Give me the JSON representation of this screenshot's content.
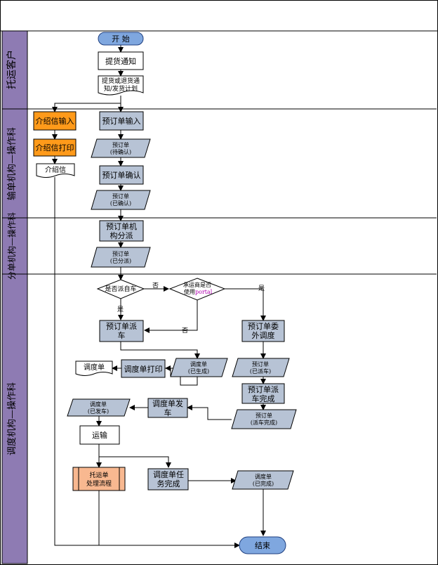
{
  "colors": {
    "lane_header": "#8e7bb3",
    "process_fill": "#b7c3d5",
    "data_fill": "#b7c3d5",
    "terminator_fill": "#7fa7df",
    "highlight_fill": "#ff9a1a",
    "handling_fill": "#f8b890",
    "line": "#000000"
  },
  "lanes": [
    {
      "id": "lane-customer",
      "label": "托运客户"
    },
    {
      "id": "lane-origin",
      "label": "输单机构—操作科"
    },
    {
      "id": "lane-branch",
      "label": "分单机构—操作科"
    },
    {
      "id": "lane-dispatch",
      "label": "调度机构—操作科"
    }
  ],
  "nodes": {
    "start": "开 始",
    "pickup_notice": "提货通知",
    "pickup_doc": [
      "提货或退货通",
      "知/发货计划"
    ],
    "intro_input": "介绍信输入",
    "intro_print": "介绍信打印",
    "intro_letter": "介绍信",
    "order_input": "预订单输入",
    "order_pending": [
      "预订单",
      "(待确认)"
    ],
    "order_confirm": "预订单确认",
    "order_confirmed": [
      "预订单",
      "(已确认)"
    ],
    "order_assign": [
      "预订单机",
      "构分派"
    ],
    "order_assigned": [
      "预订单",
      "(已分派)"
    ],
    "decision_self": "是否派自车",
    "decision_portal": [
      "承运商是否",
      "使用",
      "portal"
    ],
    "order_dispatch": [
      "预订单派",
      "车"
    ],
    "order_outsource": [
      "预订单委",
      "外调度"
    ],
    "dispatch_doc": "调度单",
    "dispatch_print": "调度单打印",
    "dispatch_generated": [
      "调度单",
      "(已生成)"
    ],
    "order_sent": [
      "预订单",
      "(已派车)"
    ],
    "dispatch_complete": [
      "预订单派",
      "车完成"
    ],
    "order_dispatched": [
      "预订单",
      "(派车完成)"
    ],
    "dispatch_send": [
      "调度单发",
      "车"
    ],
    "dispatch_sent": [
      "调度单",
      "(已发车)"
    ],
    "transport": "运输",
    "waybill_process": [
      "托运单",
      "处理流程"
    ],
    "task_complete": [
      "调度单任",
      "务完成"
    ],
    "dispatch_done": [
      "调度单",
      "(已完成)"
    ],
    "end": "结束"
  },
  "edge_labels": {
    "no1": "否",
    "yes1": "是",
    "yes2": "是",
    "no2": "否"
  }
}
